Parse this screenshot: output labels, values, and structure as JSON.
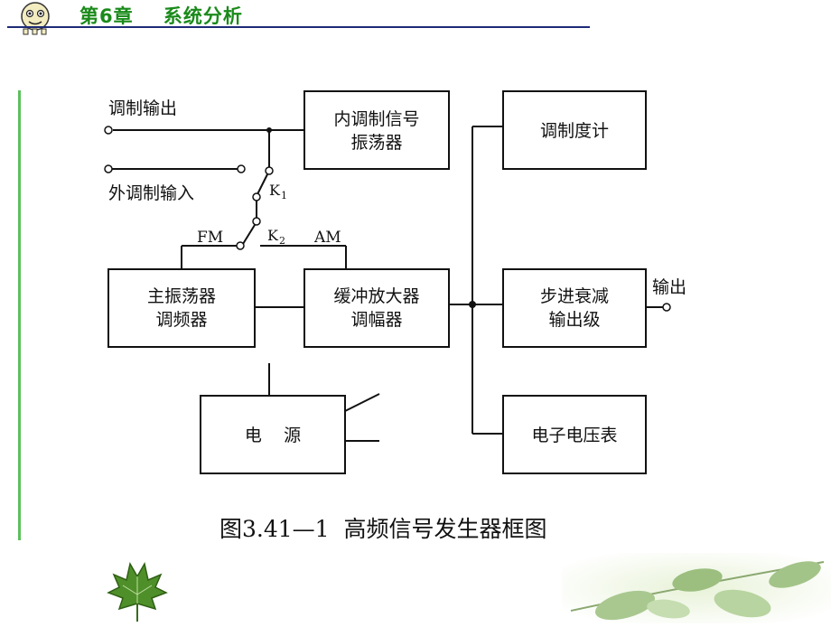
{
  "header": {
    "chapter_title": "第6章    系统分析",
    "mascot_icon": "cartoon-face-icon"
  },
  "blocks": {
    "internal_osc": [
      "内调制信号",
      "振荡器"
    ],
    "mod_meter": [
      "调制度计"
    ],
    "main_osc": [
      "主振荡器",
      "调频器"
    ],
    "buffer_amp": [
      "缓冲放大器",
      "调幅器"
    ],
    "attenuator": [
      "步进衰减",
      "输出级"
    ],
    "power": [
      "电    源"
    ],
    "voltmeter": [
      "电子电压表"
    ]
  },
  "labels": {
    "mod_output": "调制输出",
    "ext_mod_input": "外调制输入",
    "k1_main": "K",
    "k1_sub": "1",
    "k2_main": "K",
    "k2_sub": "2",
    "fm": "FM",
    "am": "AM",
    "output": "输出"
  },
  "caption": "图3.41—1  高频信号发生器框图",
  "decor": {
    "leaf_left_icon": "maple-leaf-icon",
    "leaf_right_icon": "leaf-branch-icon"
  },
  "colors": {
    "title_green": "#1a8a1a",
    "rule_navy": "#1e2a78",
    "accent_bar": "#5cc05c"
  }
}
